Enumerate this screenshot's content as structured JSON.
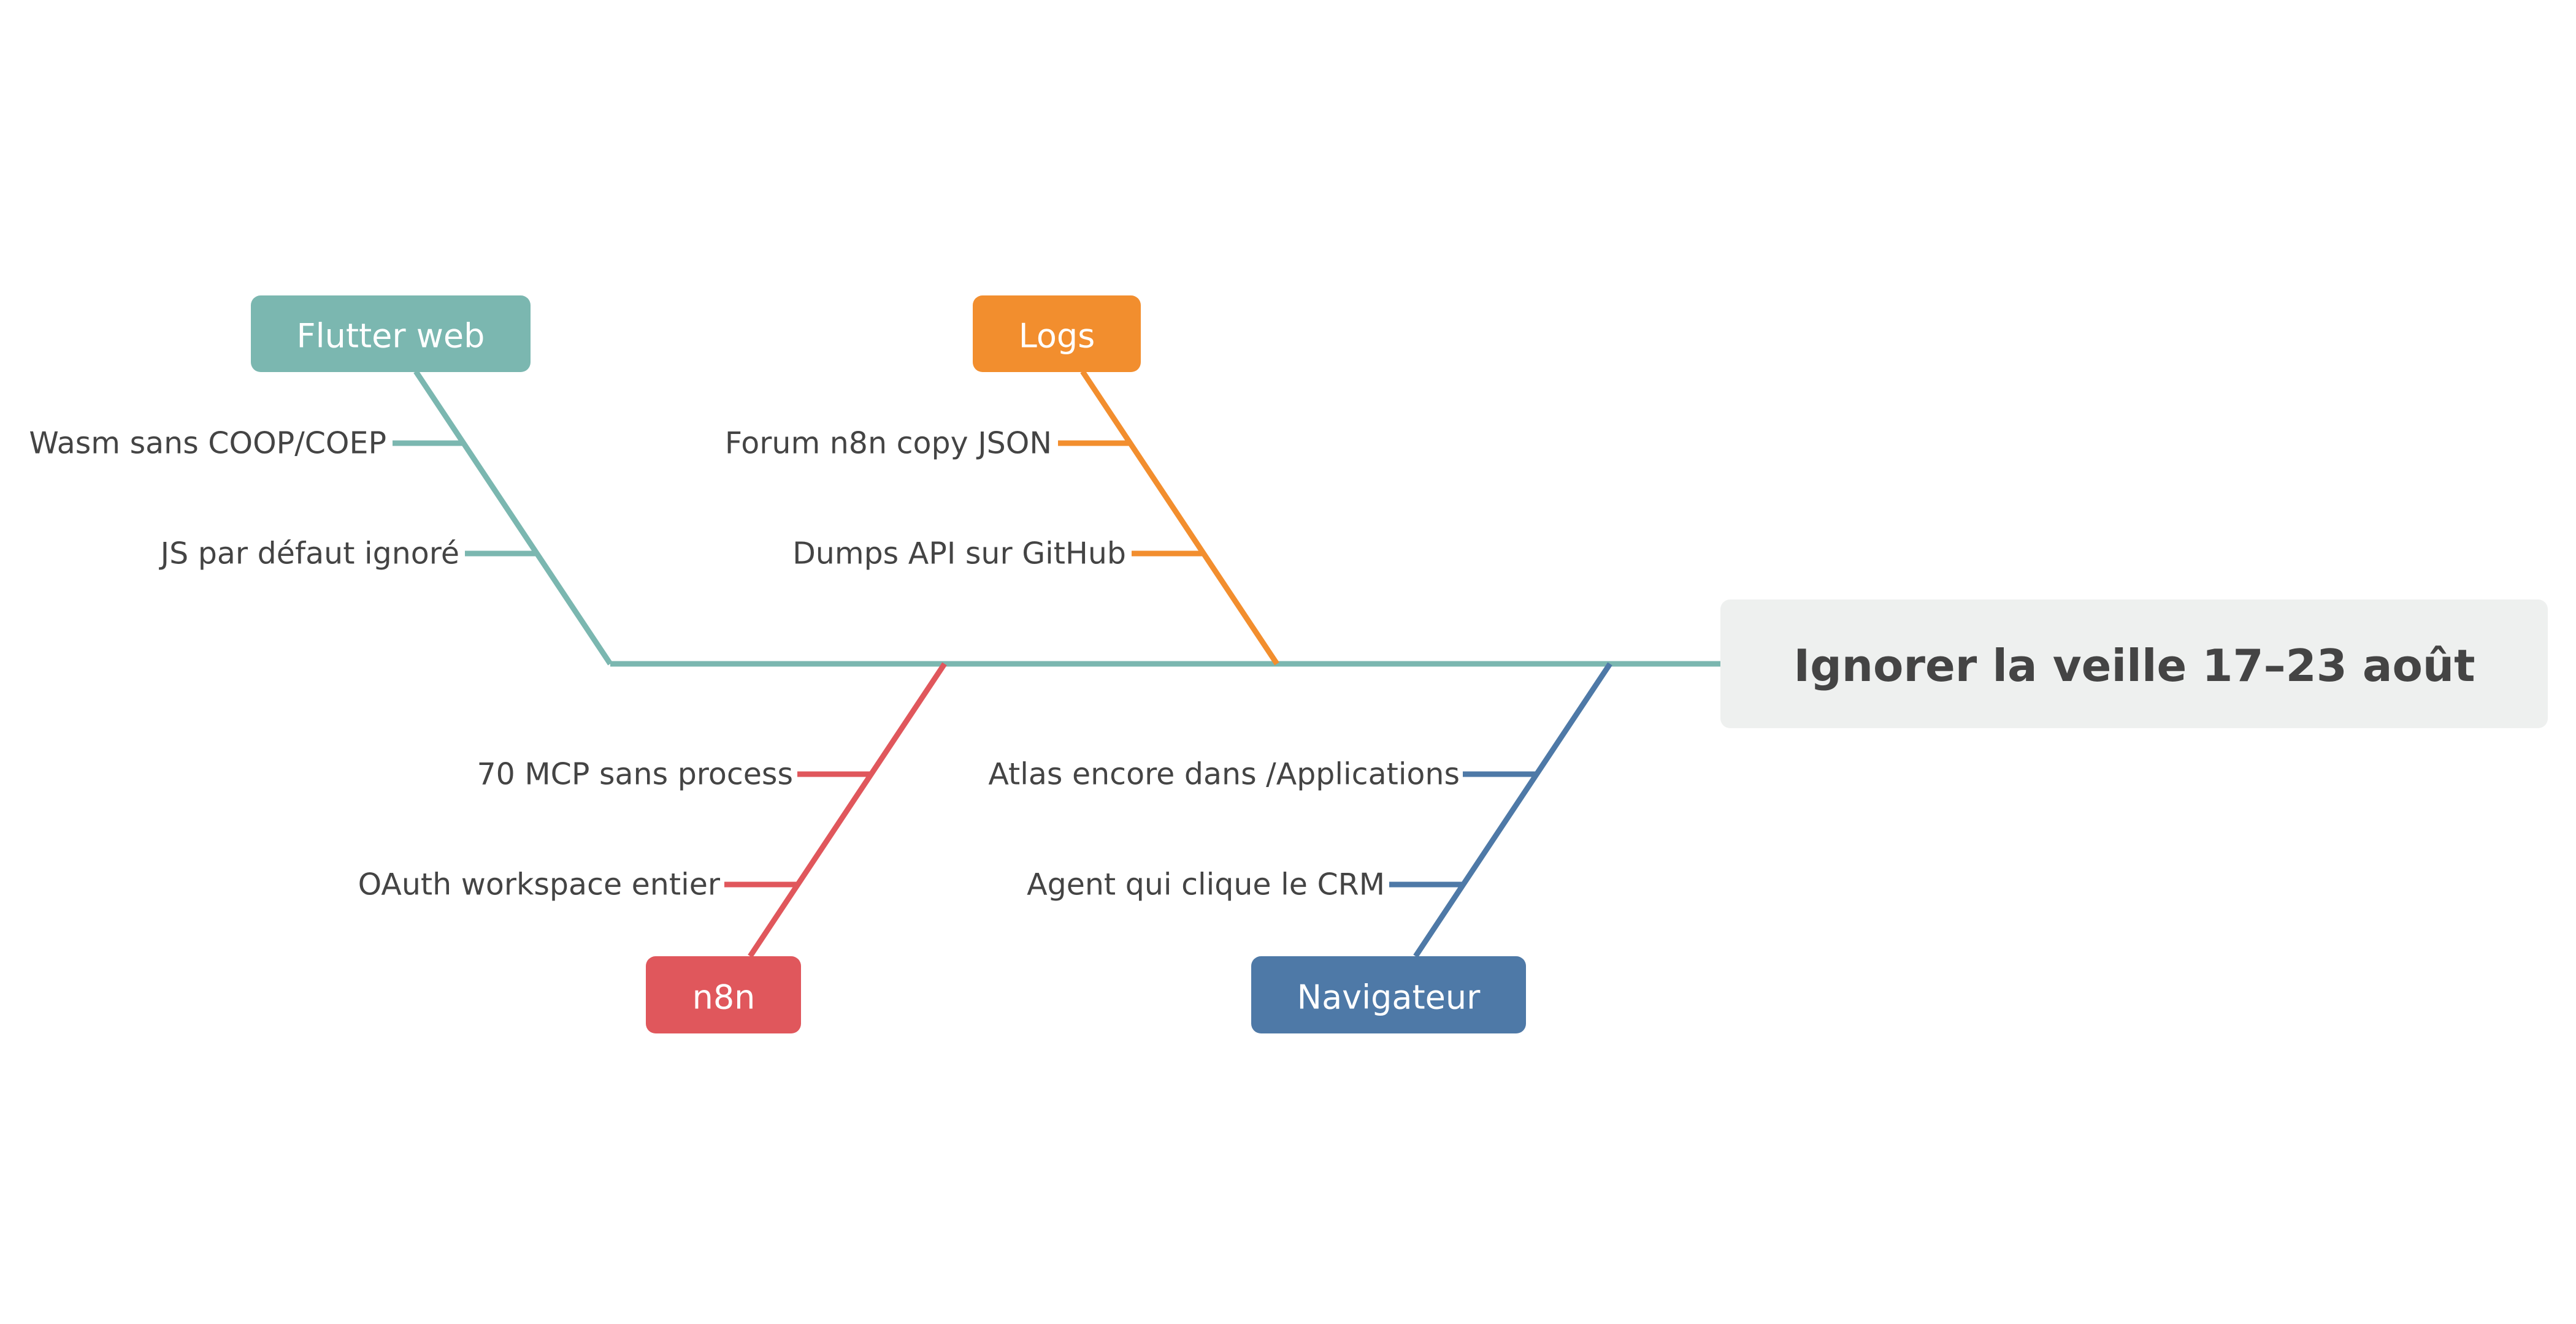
{
  "diagram": {
    "type": "fishbone",
    "spine_color": "#7bb7b0",
    "head": {
      "label": "Ignorer la veille 17–23 août",
      "background": "#eef0ef",
      "text_color": "#444444"
    },
    "categories": [
      {
        "label": "Flutter web",
        "color": "#7bb7b0",
        "position": "top",
        "causes": [
          "Wasm sans COOP/COEP",
          "JS par défaut ignoré"
        ]
      },
      {
        "label": "Logs",
        "color": "#f28e2e",
        "position": "top",
        "causes": [
          "Forum n8n copy JSON",
          "Dumps API sur GitHub"
        ]
      },
      {
        "label": "n8n",
        "color": "#e0575c",
        "position": "bottom",
        "causes": [
          "70 MCP sans process",
          "OAuth workspace entier"
        ]
      },
      {
        "label": "Navigateur",
        "color": "#4e79a7",
        "position": "bottom",
        "causes": [
          "Atlas encore dans /Applications",
          "Agent qui clique le CRM"
        ]
      }
    ]
  }
}
